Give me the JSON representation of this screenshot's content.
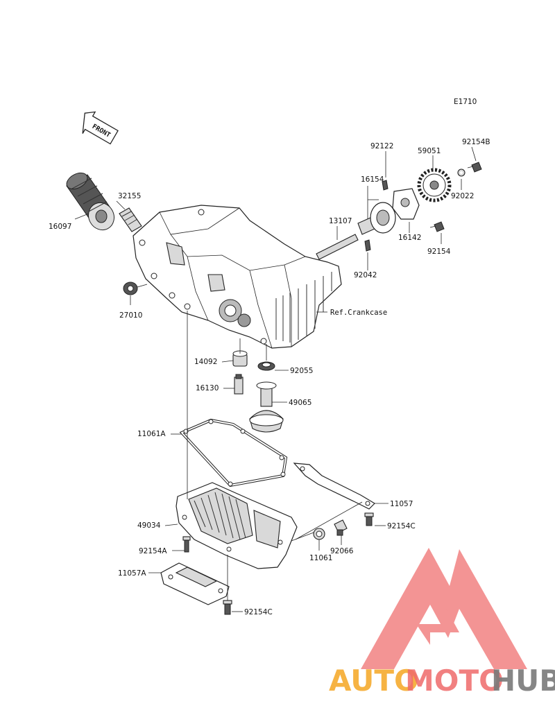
{
  "diagram_code": "E1710",
  "front_label": "FRONT",
  "ref_label": "Ref.Crankcase",
  "parts": {
    "p92122": "92122",
    "p59051": "59051",
    "p92154B": "92154B",
    "p16154": "16154",
    "p92022": "92022",
    "p16142": "16142",
    "p92154": "92154",
    "p13107": "13107",
    "p92042": "92042",
    "p32155": "32155",
    "p16097": "16097",
    "p27010": "27010",
    "p14092": "14092",
    "p92055": "92055",
    "p16130": "16130",
    "p49065": "49065",
    "p11061A": "11061A",
    "p11057": "11057",
    "p49034": "49034",
    "p92154C_a": "92154C",
    "p92154A": "92154A",
    "p11061": "11061",
    "p92066": "92066",
    "p11057A": "11057A",
    "p92154C_b": "92154C"
  },
  "watermark": {
    "auto": "AUTO",
    "moto": "MOTO",
    "hub": "HUB",
    "colors": {
      "red": "#ef6b6b",
      "orange": "#f5a623",
      "gray": "#7a7a7a"
    }
  }
}
